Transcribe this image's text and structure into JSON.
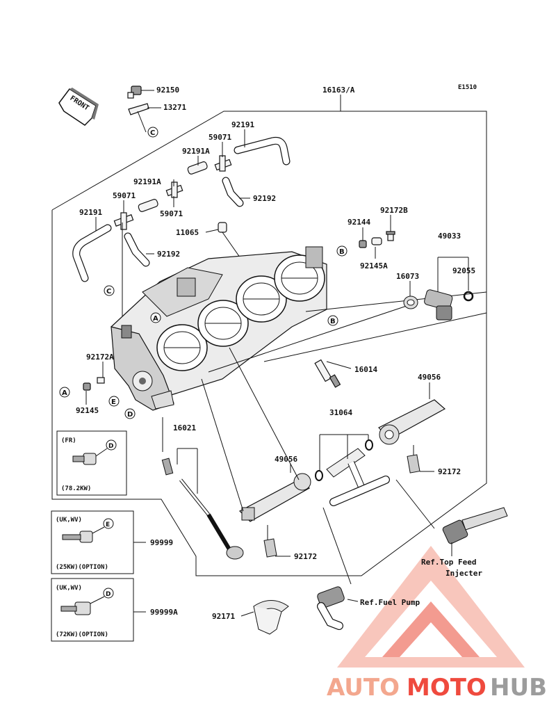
{
  "diagram_code": "E1510",
  "front_label": "FRONT",
  "parts": {
    "p92150": "92150",
    "p13271": "13271",
    "p16163A": "16163/A",
    "p92191_top": "92191",
    "p59071_top": "59071",
    "p92191A_mid": "92191A",
    "p92191A_left": "92191A",
    "p59071_left": "59071",
    "p59071_mid": "59071",
    "p92192_top": "92192",
    "p92191_left": "92191",
    "p11065": "11065",
    "p92192_mid": "92192",
    "p92144": "92144",
    "p92172B": "92172B",
    "p49033": "49033",
    "p92145A": "92145A",
    "p92055": "92055",
    "p16073": "16073",
    "p16014": "16014",
    "p92172A": "92172A",
    "p92145": "92145",
    "p49056_right": "49056",
    "p16021": "16021",
    "p31064": "31064",
    "p49056_left": "49056",
    "p92172_right": "92172",
    "p92172_bottom": "92172",
    "p99999": "99999",
    "p99999A": "99999A",
    "p92171": "92171"
  },
  "references": {
    "top_feed_line1": "Ref.Top Feed",
    "top_feed_line2": "Injecter",
    "fuel_pump": "Ref.Fuel Pump"
  },
  "callouts": {
    "A": "A",
    "B": "B",
    "C": "C",
    "D": "D",
    "E": "E"
  },
  "option_boxes": {
    "fr": {
      "market": "(FR)",
      "power": "(78.2KW)",
      "callout": "D"
    },
    "uk_25": {
      "market": "(UK,WV)",
      "power": "(25KW)(OPTION)",
      "callout": "E"
    },
    "uk_72": {
      "market": "(UK,WV)",
      "power": "(72KW)(OPTION)",
      "callout": "D"
    }
  },
  "watermark": {
    "auto": "AUTO",
    "moto": "MOTO",
    "hub": "HUB",
    "colors": {
      "auto": "#f3a78e",
      "moto": "#ef4a3e",
      "hub": "#9c9c9c"
    }
  }
}
